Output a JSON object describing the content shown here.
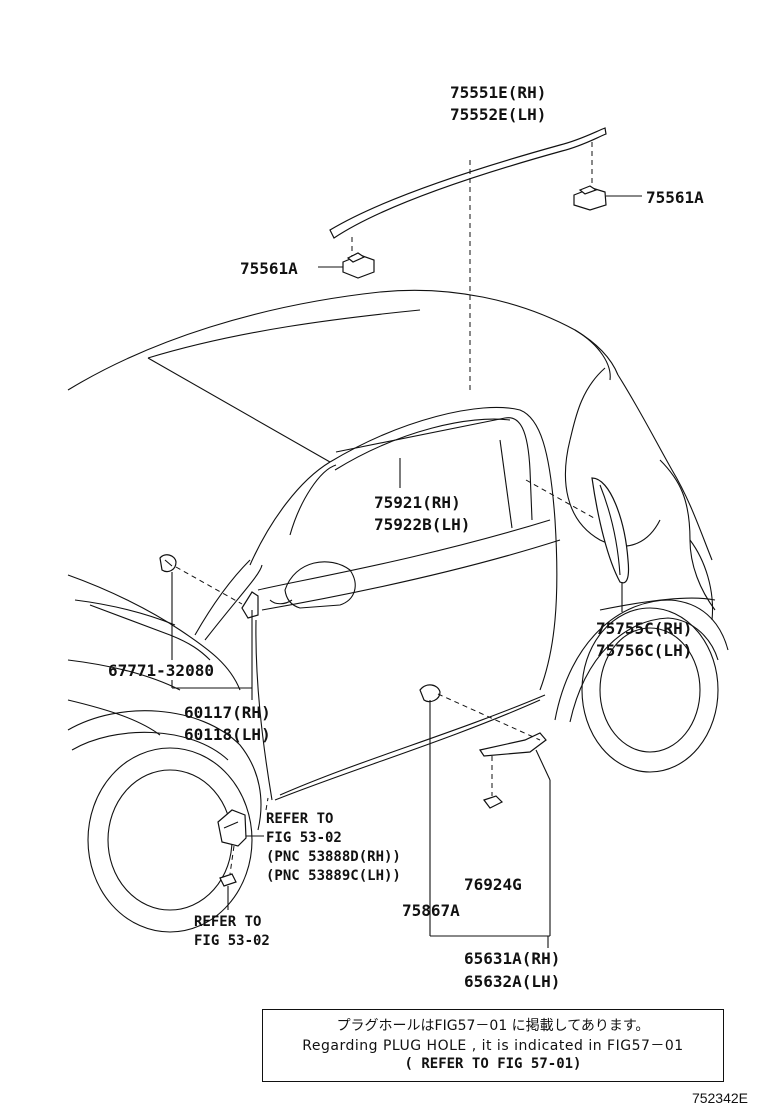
{
  "labels": {
    "roof_molding_rh": "75551E(RH)",
    "roof_molding_lh": "75552E(LH)",
    "clip_right": "75561A",
    "clip_left": "75561A",
    "window_molding_rh": "75921(RH)",
    "window_molding_lh": "75922B(LH)",
    "rear_garnish_rh": "75755C(RH)",
    "rear_garnish_lh": "75756C(LH)",
    "grommet": "67771-32080",
    "mirror_cover_rh": "60117(RH)",
    "mirror_cover_lh": "60118(LH)",
    "refer_to_1": "REFER TO",
    "fig_53_02_1": "FIG 53-02",
    "pnc_rh": "(PNC 53888D(RH))",
    "pnc_lh": "(PNC 53889C(LH))",
    "refer_to_2": "REFER TO",
    "fig_53_02_2": "FIG 53-02",
    "clip_769": "76924G",
    "clip_758": "75867A",
    "rocker_rh": "65631A(RH)",
    "rocker_lh": "65632A(LH)"
  },
  "note": {
    "japanese": "プラグホールはFIG57－01 に掲載してあります。",
    "english": "Regarding PLUG HOLE , it is indicated in FIG57－01",
    "reference": "(   REFER TO FIG 57-01)"
  },
  "figure_id": "752342E"
}
